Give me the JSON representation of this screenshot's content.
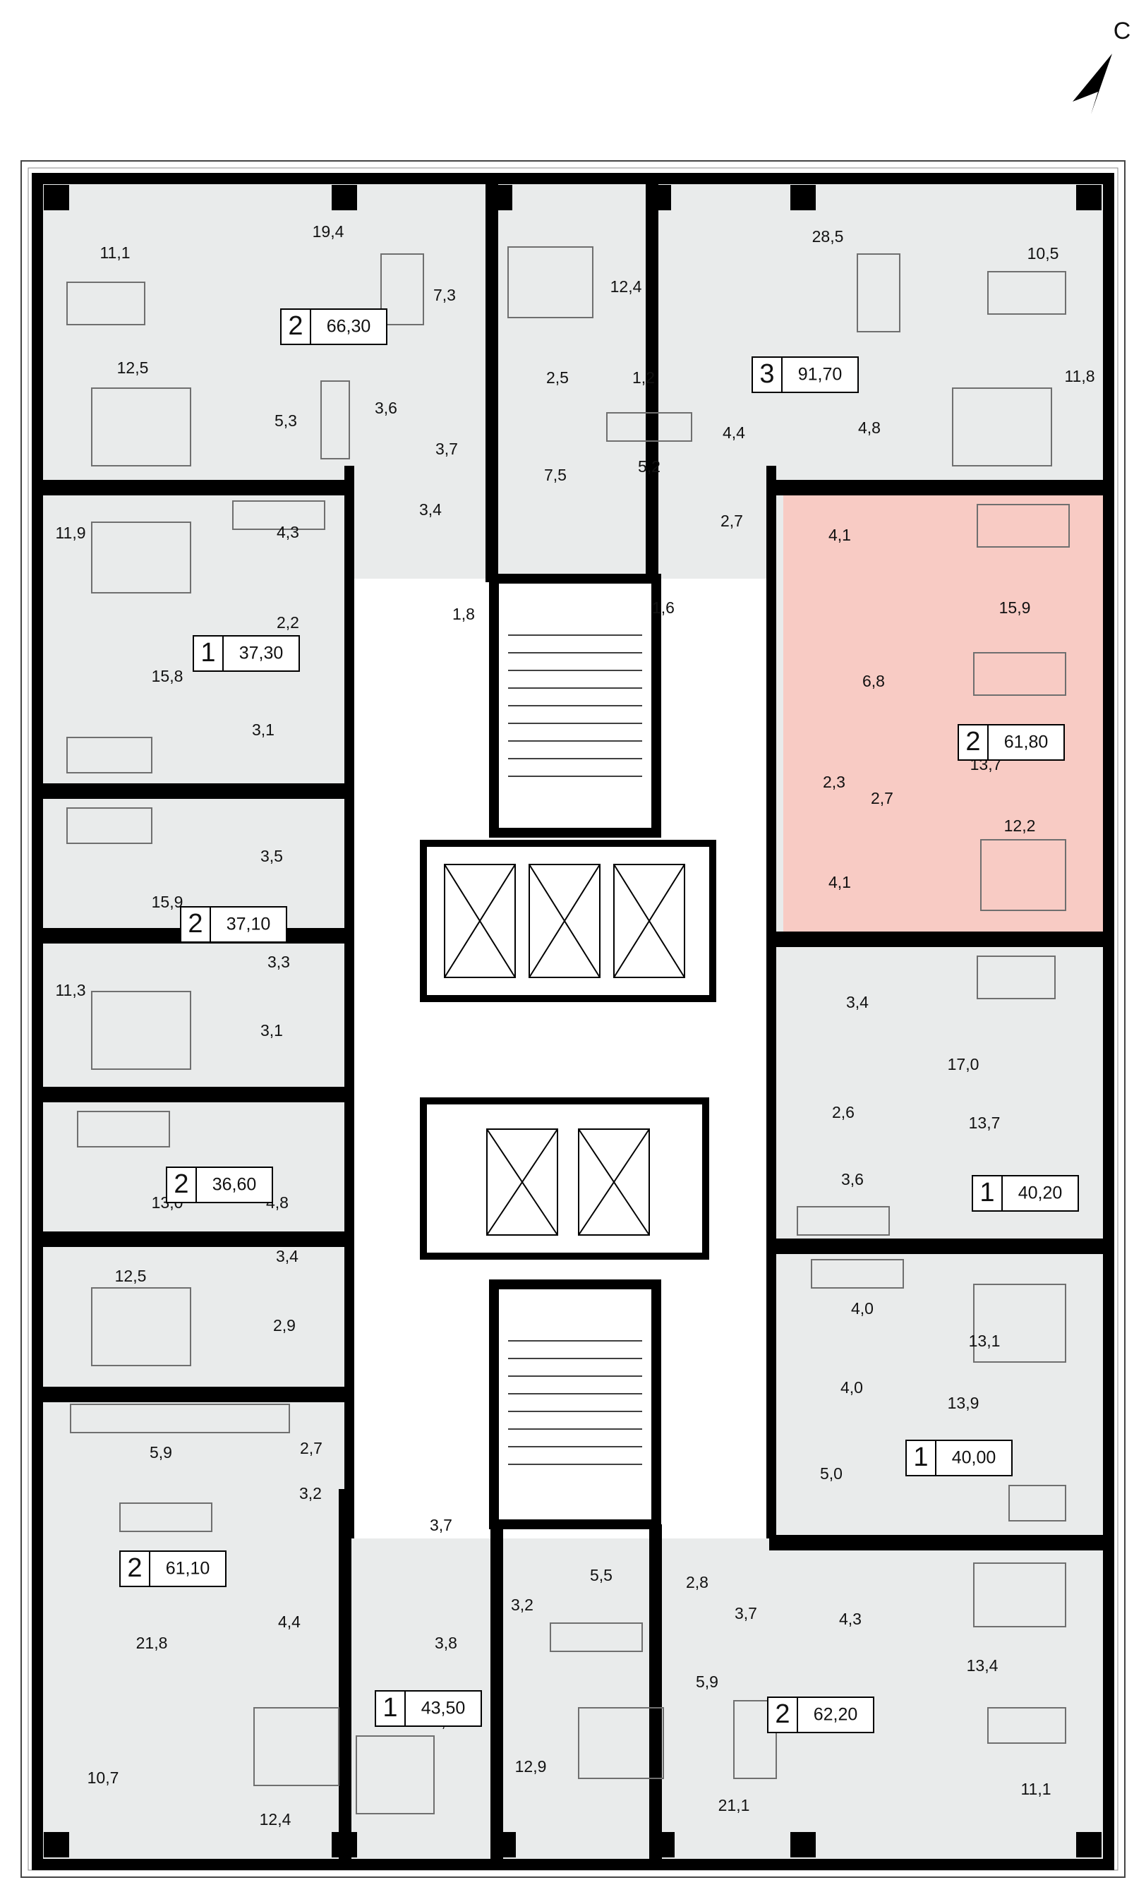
{
  "compass": {
    "letter": "С"
  },
  "colors": {
    "floor": "#e9ebeb",
    "corridor": "#ffffff",
    "wall": "#000000",
    "highlight": "#f8cbc4",
    "furniture": "#6f6f6f",
    "label_box": "#ffffff"
  },
  "apartments": [
    {
      "rooms": "2",
      "area": "66,30"
    },
    {
      "rooms": "3",
      "area": "91,70"
    },
    {
      "rooms": "1",
      "area": "37,30"
    },
    {
      "rooms": "2",
      "area": "61,80",
      "highlighted": true
    },
    {
      "rooms": "2",
      "area": "37,10"
    },
    {
      "rooms": "2",
      "area": "36,60"
    },
    {
      "rooms": "1",
      "area": "40,20"
    },
    {
      "rooms": "1",
      "area": "40,00"
    },
    {
      "rooms": "2",
      "area": "61,10"
    },
    {
      "rooms": "1",
      "area": "43,50"
    },
    {
      "rooms": "2",
      "area": "62,20"
    }
  ],
  "room_areas": [
    "11,1",
    "19,4",
    "7,3",
    "12,4",
    "28,5",
    "10,5",
    "12,5",
    "3,6",
    "2,5",
    "1,2",
    "11,8",
    "5,3",
    "3,7",
    "7,5",
    "5,2",
    "4,4",
    "4,8",
    "3,4",
    "2,7",
    "4,1",
    "15,9",
    "11,9",
    "4,3",
    "2,2",
    "1,8",
    "1,6",
    "15,8",
    "3,1",
    "6,8",
    "13,7",
    "2,3",
    "2,7",
    "12,2",
    "15,9",
    "3,5",
    "4,1",
    "11,3",
    "3,3",
    "3,1",
    "3,4",
    "17,0",
    "2,6",
    "13,7",
    "3,6",
    "13,0",
    "4,8",
    "12,5",
    "3,4",
    "2,9",
    "4,0",
    "13,1",
    "4,0",
    "13,9",
    "5,9",
    "2,7",
    "3,2",
    "5,0",
    "3,7",
    "5,5",
    "2,8",
    "3,2",
    "3,7",
    "4,4",
    "4,3",
    "21,8",
    "3,8",
    "13,4",
    "5,9",
    "14,6",
    "12,9",
    "10,7",
    "12,4",
    "21,1",
    "11,1"
  ]
}
